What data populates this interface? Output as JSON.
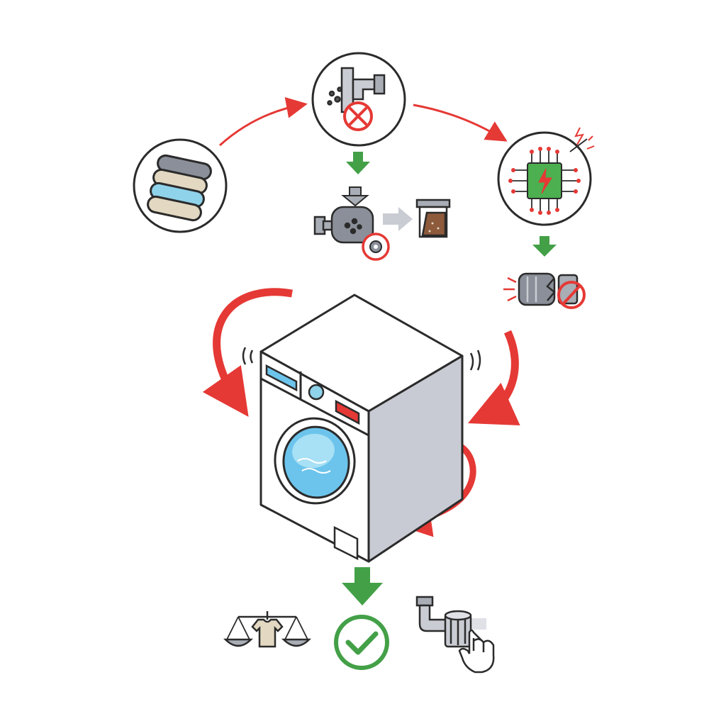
{
  "colors": {
    "accent_red": "#e53935",
    "accent_green": "#43a047",
    "outline": "#2b2b2b",
    "metal": "#8a8f99",
    "water": "#6cc4ec",
    "chip": "#4caf50",
    "background": "#ffffff"
  },
  "nodes": [
    {
      "id": "laundry",
      "icon": "stacked-laundry-icon"
    },
    {
      "id": "drain-blocked",
      "icon": "clogged-drain-pipe-icon"
    },
    {
      "id": "control-board",
      "icon": "control-board-chip-icon"
    },
    {
      "id": "drain-pump",
      "icon": "drain-pump-debris-icon"
    },
    {
      "id": "motor-fault",
      "icon": "broken-motor-icon"
    },
    {
      "id": "washing-machine",
      "icon": "washing-machine-icon"
    },
    {
      "id": "balanced-load",
      "icon": "balance-scale-shirt-icon"
    },
    {
      "id": "resolved",
      "icon": "check-circle-icon"
    },
    {
      "id": "clean-filter",
      "icon": "filter-hand-icon"
    }
  ]
}
